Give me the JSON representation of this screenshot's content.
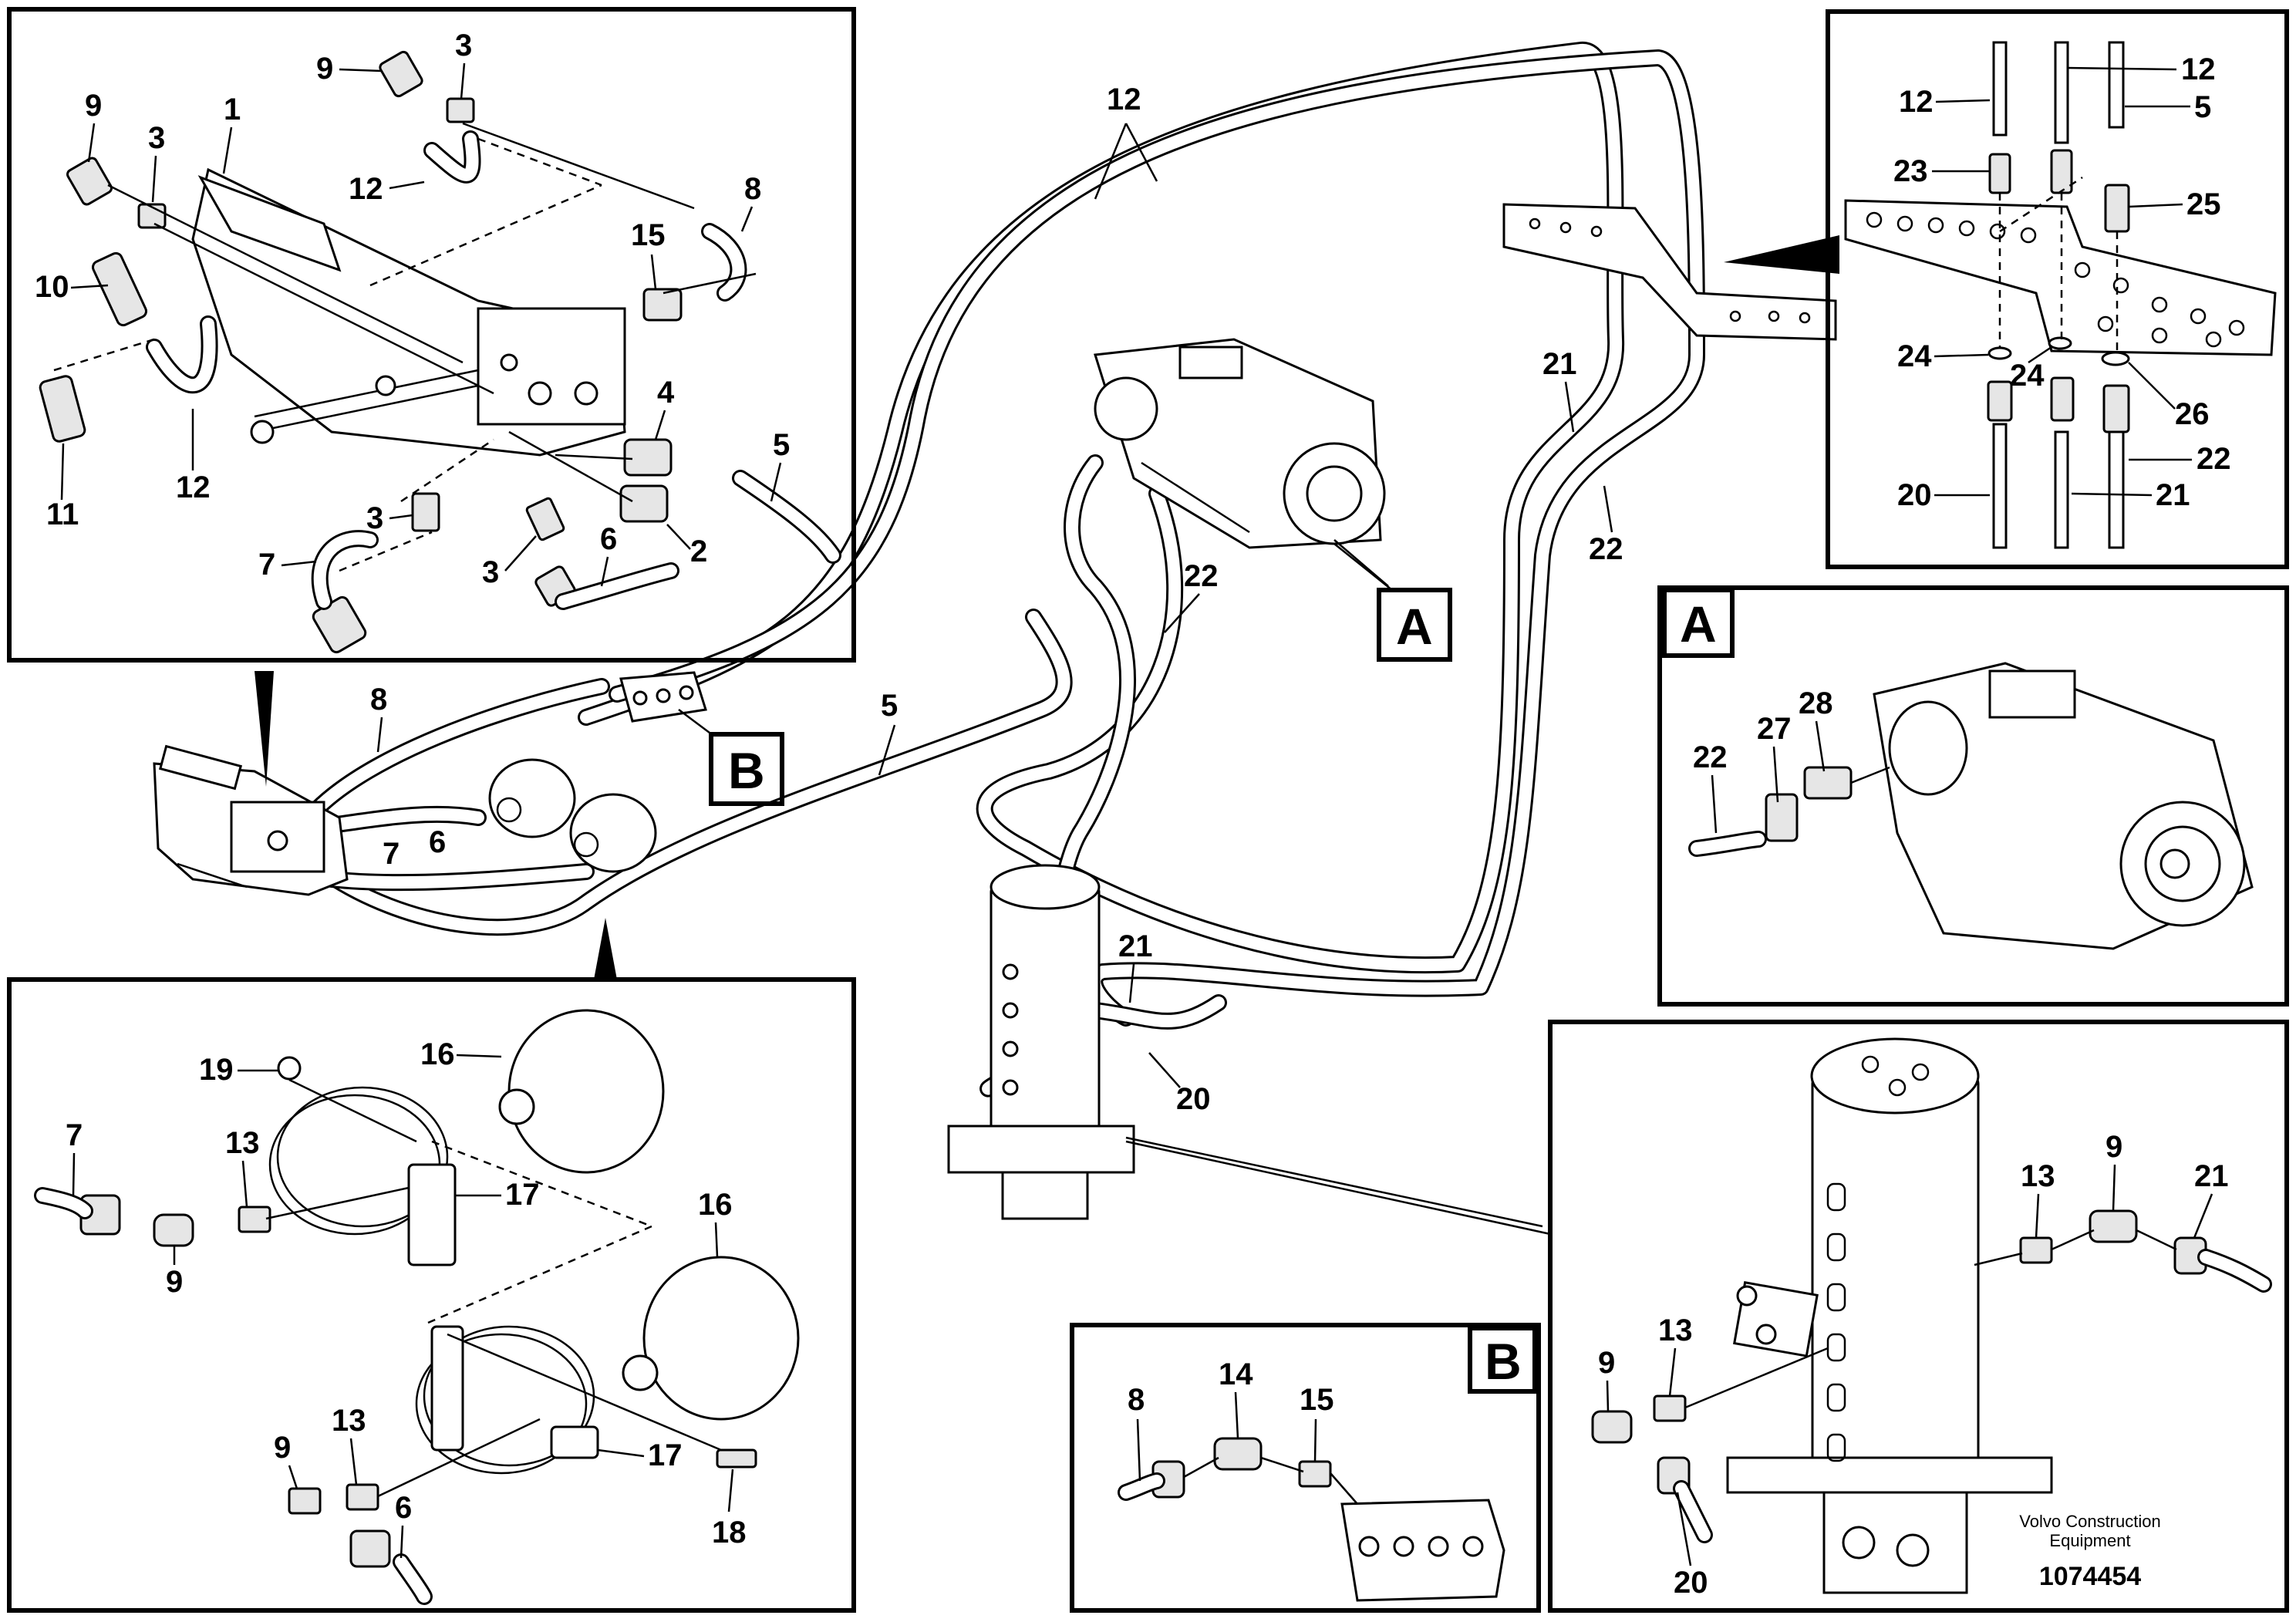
{
  "main": {
    "labels": {
      "hose12": "12",
      "hose5": "5",
      "hose8": "8",
      "hose7": "7",
      "hose6": "6",
      "hose21a": "21",
      "hose22a": "22",
      "hose21b": "21",
      "hose22b": "22",
      "hose21c": "21",
      "hose20": "20"
    },
    "detail_flags": {
      "a": "A",
      "b": "B"
    }
  },
  "detail_top_left": {
    "labels": [
      "9",
      "3",
      "1",
      "9",
      "3",
      "12",
      "8",
      "15",
      "10",
      "11",
      "12",
      "4",
      "5",
      "3",
      "7",
      "3",
      "6",
      "2"
    ]
  },
  "detail_top_right": {
    "labels": [
      "12",
      "12",
      "5",
      "23",
      "25",
      "24",
      "24",
      "26",
      "22",
      "20",
      "21"
    ]
  },
  "detail_a": {
    "letter": "A",
    "labels": [
      "22",
      "27",
      "28"
    ]
  },
  "detail_bottom_left": {
    "labels": [
      "19",
      "16",
      "7",
      "13",
      "17",
      "9",
      "16",
      "13",
      "9",
      "17",
      "6",
      "18"
    ]
  },
  "detail_b": {
    "letter": "B",
    "labels": [
      "8",
      "14",
      "15"
    ]
  },
  "detail_bottom_right": {
    "labels": [
      "13",
      "9",
      "21",
      "9",
      "13",
      "20"
    ]
  },
  "footer": {
    "credit_line1": "Volvo Construction",
    "credit_line2": "Equipment",
    "part_number": "1074454"
  }
}
